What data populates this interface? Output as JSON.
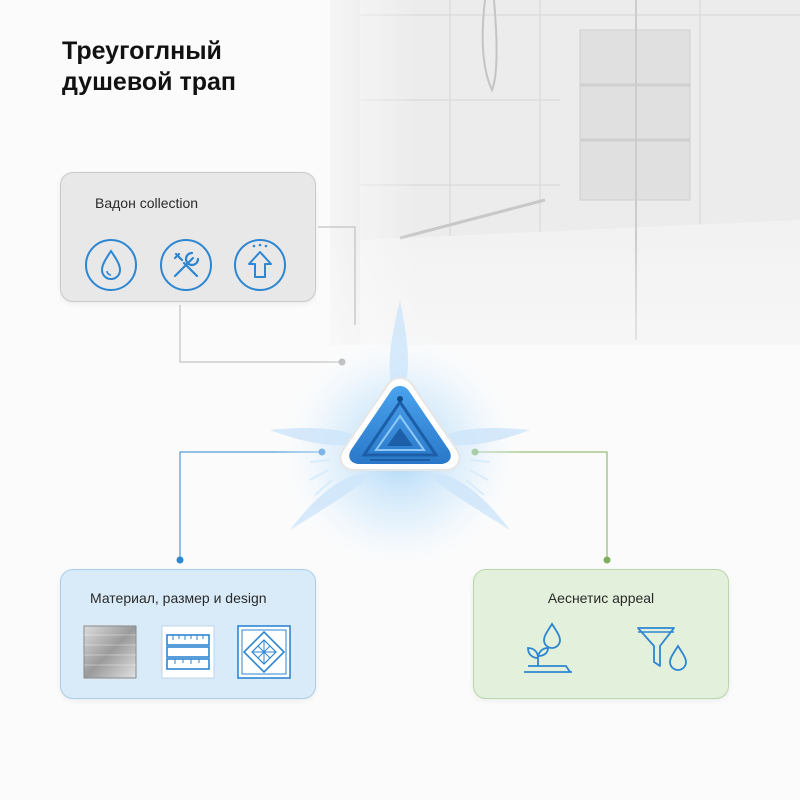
{
  "title": "Треугоглный\nдушевой трап",
  "cards": {
    "top": {
      "label": "Вадон collection",
      "icons": [
        "water-drop-icon",
        "tools-icon",
        "arrow-up-icon"
      ]
    },
    "left": {
      "label": "Материал, размер и design",
      "icons": [
        "metal-texture-icon",
        "ruler-icon",
        "pattern-tile-icon"
      ]
    },
    "right": {
      "label": "Аеснетис appeal",
      "icons": [
        "plant-water-icon",
        "filter-funnel-icon"
      ]
    }
  },
  "colors": {
    "accent_blue": "#2d86d2",
    "accent_green": "#7fae5a",
    "connector_gray": "#b5b5b5",
    "drain_blue": "#3a8fe0"
  }
}
